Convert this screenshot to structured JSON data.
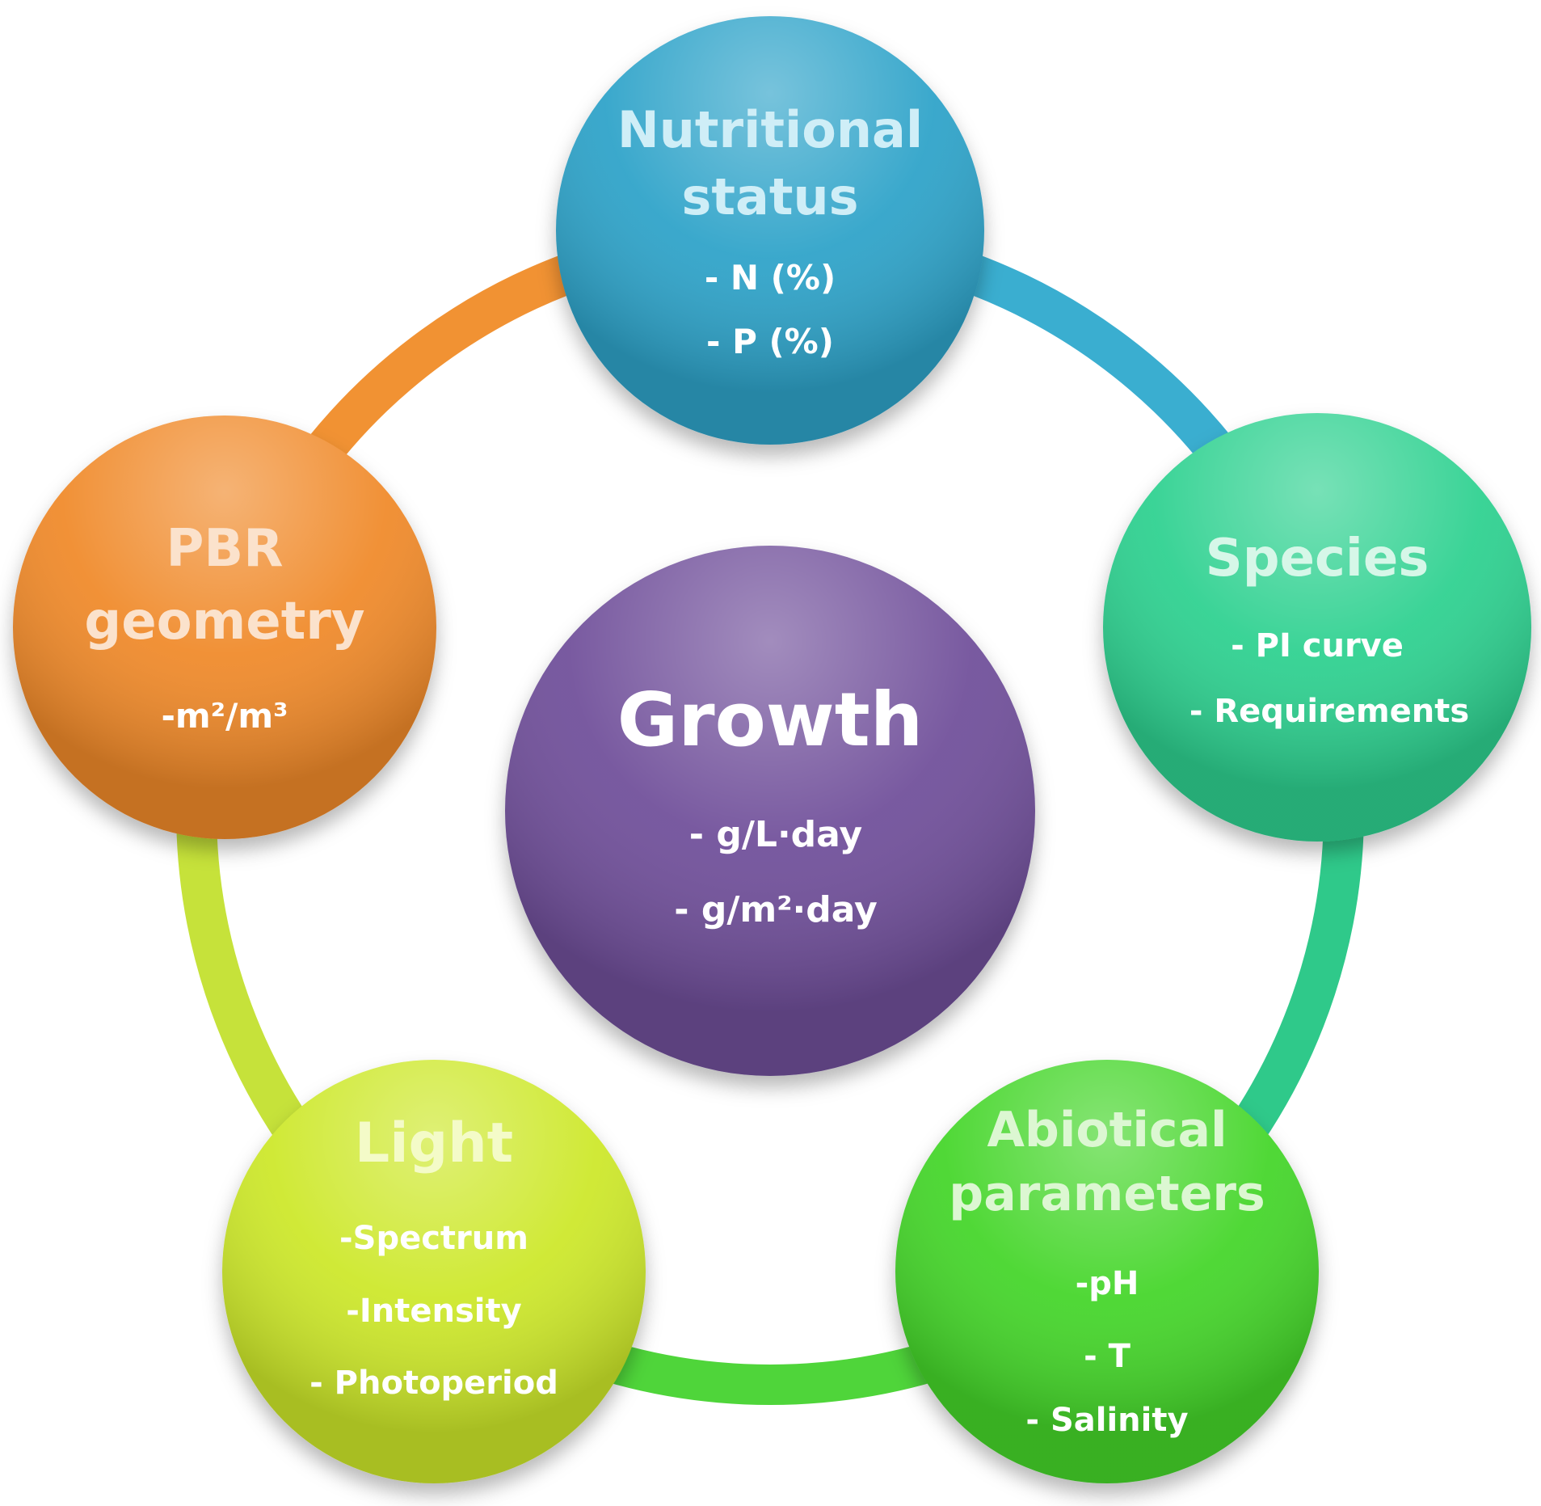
{
  "center": {
    "title": "Growth",
    "lines": [
      "- g/L·day",
      "- g/m²·day"
    ],
    "color": "#6f4f9a"
  },
  "nodes": [
    {
      "id": "nutritional",
      "title_lines": [
        "Nutritional",
        "status"
      ],
      "lines": [
        "- N (%)",
        "- P (%)"
      ],
      "color": "#2ea3c9"
    },
    {
      "id": "species",
      "title_lines": [
        "Species"
      ],
      "lines": [
        "- PI curve",
        "- Requirements"
      ],
      "color": "#2fd190"
    },
    {
      "id": "abiotical",
      "title_lines": [
        "Abiotical",
        "parameters"
      ],
      "lines": [
        "-pH",
        "- T",
        "- Salinity"
      ],
      "color": "#45d62c"
    },
    {
      "id": "light",
      "title_lines": [
        "Light"
      ],
      "lines": [
        "-Spectrum",
        "-Intensity",
        "- Photoperiod"
      ],
      "color": "#cde82a"
    },
    {
      "id": "pbr",
      "title_lines": [
        "PBR",
        "geometry"
      ],
      "lines": [
        "-m²/m³"
      ],
      "color": "#f08a2a"
    }
  ],
  "ring_colors": [
    "#3aaed0",
    "#2fc98a",
    "#4fd53a",
    "#c6e23a",
    "#f19233"
  ]
}
